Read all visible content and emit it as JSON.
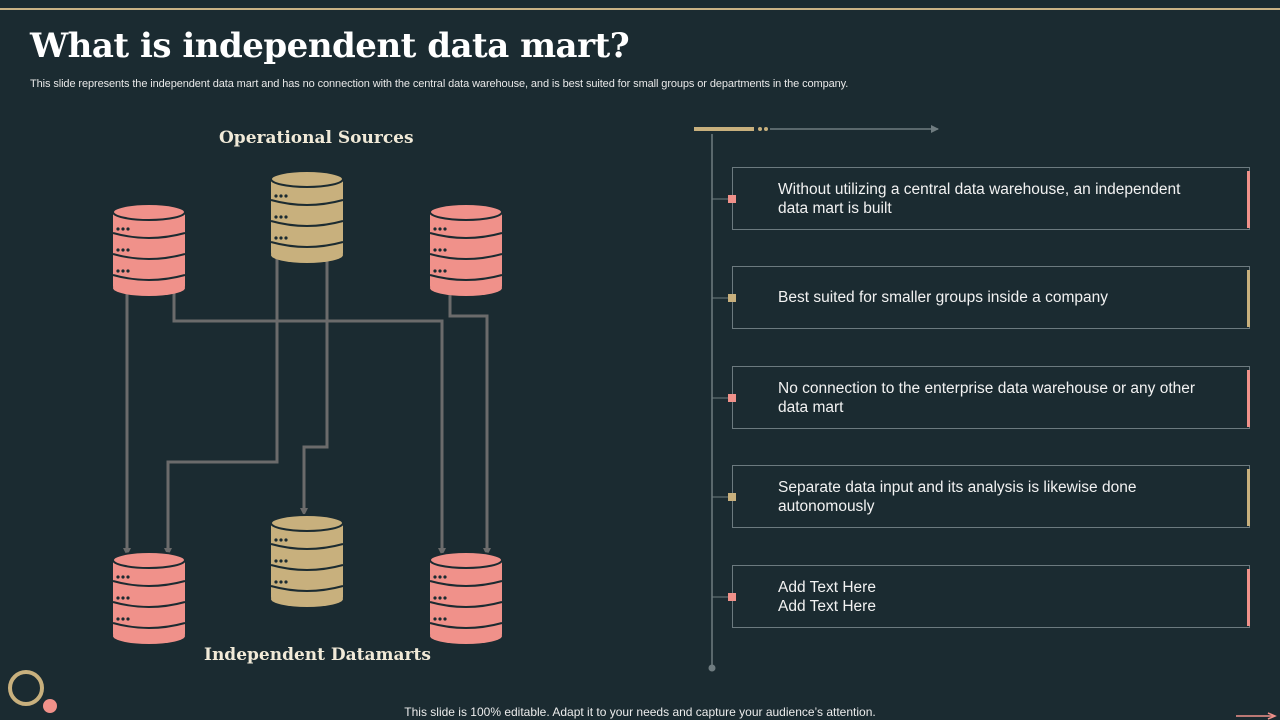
{
  "title": "What is independent data mart?",
  "subtitle": "This slide represents the independent data mart and has no connection with the central data warehouse, and is best suited for small groups or departments in the company.",
  "diagram": {
    "top_label": "Operational Sources",
    "bottom_label": "Independent Datamarts"
  },
  "points": [
    {
      "text": "Without utilizing a central data warehouse, an independent data mart is built"
    },
    {
      "text": "Best suited for smaller groups inside a company"
    },
    {
      "text": "No connection to the enterprise data warehouse or any other data mart"
    },
    {
      "text": "Separate data input and its analysis is likewise done autonomously"
    },
    {
      "text": "Add Text Here\nAdd Text Here"
    }
  ],
  "footer": "This slide is 100% editable. Adapt it to your needs and capture your audience’s attention.",
  "colors": {
    "background": "#1b2b31",
    "salmon": "#f0918a",
    "tan": "#c8b07d",
    "connector": "#6b6b6b"
  },
  "icons": [
    "database-icon",
    "arrow-right-icon",
    "ring-icon"
  ]
}
